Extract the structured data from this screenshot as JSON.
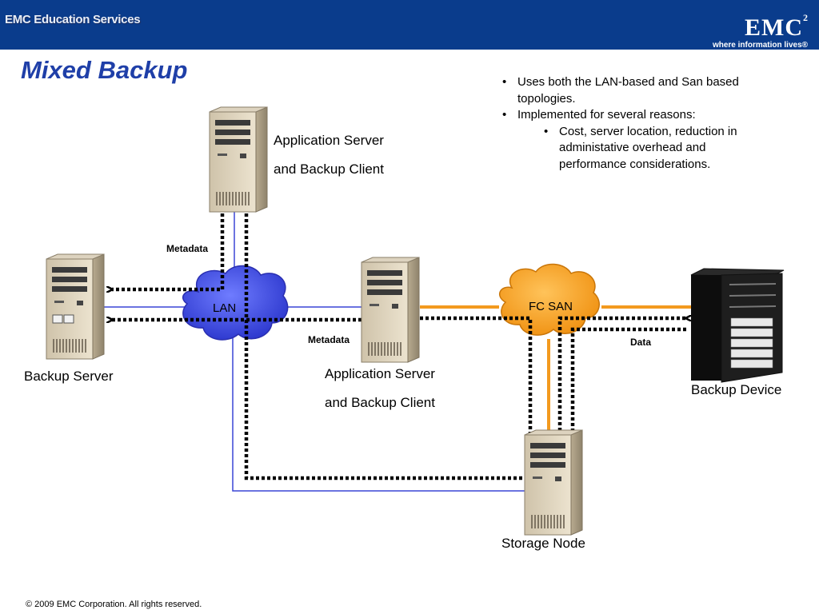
{
  "header": {
    "left_logo": "EMC Education Services",
    "brand_name": "EMC",
    "brand_sup": "2",
    "brand_tagline": "where information lives®"
  },
  "title": "Mixed Backup",
  "bullets": [
    "Uses both the LAN-based and San based topologies.",
    "Implemented for several reasons:"
  ],
  "sub_bullets": [
    "Cost, server location, reduction in administative overhead and performance considerations."
  ],
  "diagram": {
    "app_server_top_line1": "Application Server",
    "app_server_top_line2": "and Backup Client",
    "app_server_mid_line1": "Application Server",
    "app_server_mid_line2": "and Backup Client",
    "backup_server": "Backup Server",
    "backup_device": "Backup Device",
    "storage_node": "Storage Node",
    "lan": "LAN",
    "fc_san": "FC SAN",
    "metadata_top": "Metadata",
    "metadata_mid": "Metadata",
    "data": "Data"
  },
  "colors": {
    "header_bg": "#0a3c8c",
    "title": "#1f3fa8",
    "lan_cloud": "#3a47e0",
    "san_cloud": "#f7a21e",
    "lan_line": "#3a45d6",
    "san_line": "#f39a1e"
  },
  "footer": "© 2009 EMC Corporation. All rights reserved."
}
